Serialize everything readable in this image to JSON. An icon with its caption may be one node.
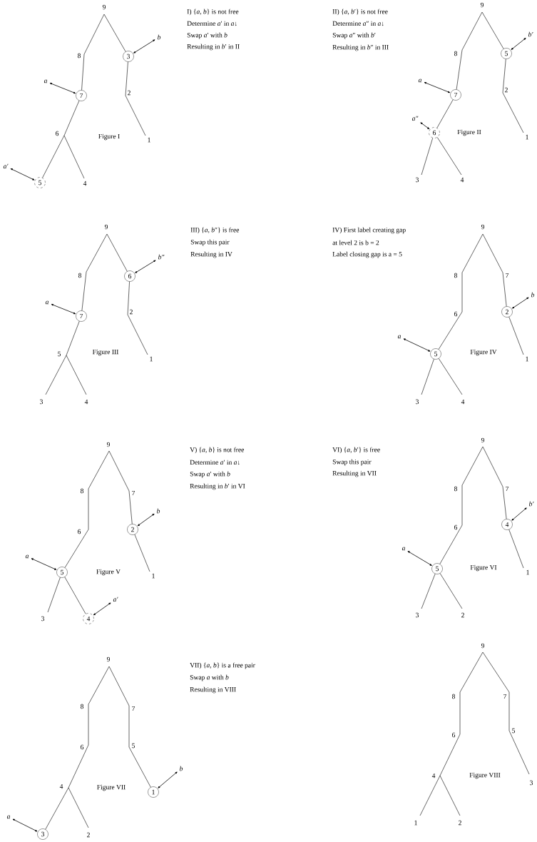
{
  "diagram": {
    "nodes": [
      {
        "text": [
          "9"
        ]
      },
      {
        "text": [
          "8"
        ]
      },
      {
        "text": [
          "3"
        ]
      },
      {
        "text": [
          "b"
        ]
      },
      {
        "text": [
          "a"
        ]
      },
      {
        "text": [
          "7"
        ]
      },
      {
        "text": [
          "2"
        ]
      },
      {
        "text": [
          "6"
        ]
      },
      {
        "text": [
          "1"
        ]
      },
      {
        "text": [
          "a′"
        ]
      },
      {
        "text": [
          "5"
        ]
      },
      {
        "text": [
          "4"
        ]
      },
      {
        "text": [
          "9"
        ]
      },
      {
        "text": [
          "b′"
        ]
      },
      {
        "text": [
          "8"
        ]
      },
      {
        "text": [
          "5"
        ]
      },
      {
        "text": [
          "a"
        ]
      },
      {
        "text": [
          "7"
        ]
      },
      {
        "text": [
          "2"
        ]
      },
      {
        "text": [
          "a″"
        ]
      },
      {
        "text": [
          "6"
        ]
      },
      {
        "text": [
          "1"
        ]
      },
      {
        "text": [
          "3"
        ]
      },
      {
        "text": [
          "4"
        ]
      },
      {
        "text": [
          "9"
        ]
      },
      {
        "text": [
          "b″"
        ]
      },
      {
        "text": [
          "8"
        ]
      },
      {
        "text": [
          "6"
        ]
      },
      {
        "text": [
          "a"
        ]
      },
      {
        "text": [
          "7"
        ]
      },
      {
        "text": [
          "2"
        ]
      },
      {
        "text": [
          "5"
        ]
      },
      {
        "text": [
          "1"
        ]
      },
      {
        "text": [
          "3"
        ]
      },
      {
        "text": [
          "4"
        ]
      },
      {
        "text": [
          "9"
        ]
      },
      {
        "text": [
          "8"
        ]
      },
      {
        "text": [
          "7"
        ]
      },
      {
        "text": [
          "b"
        ]
      },
      {
        "text": [
          "6"
        ]
      },
      {
        "text": [
          "2"
        ]
      },
      {
        "text": [
          "a"
        ]
      },
      {
        "text": [
          "5"
        ]
      },
      {
        "text": [
          "1"
        ]
      },
      {
        "text": [
          "3"
        ]
      },
      {
        "text": [
          "4"
        ]
      },
      {
        "text": [
          "9"
        ]
      },
      {
        "text": [
          "8"
        ]
      },
      {
        "text": [
          "7"
        ]
      },
      {
        "text": [
          "b"
        ]
      },
      {
        "text": [
          "6"
        ]
      },
      {
        "text": [
          "2"
        ]
      },
      {
        "text": [
          "a"
        ]
      },
      {
        "text": [
          "5"
        ]
      },
      {
        "text": [
          "1"
        ]
      },
      {
        "text": [
          "a′"
        ]
      },
      {
        "text": [
          "3"
        ]
      },
      {
        "text": [
          "4"
        ]
      },
      {
        "text": [
          "9"
        ]
      },
      {
        "text": [
          "8"
        ]
      },
      {
        "text": [
          "7"
        ]
      },
      {
        "text": [
          "b′"
        ]
      },
      {
        "text": [
          "6"
        ]
      },
      {
        "text": [
          "4"
        ]
      },
      {
        "text": [
          "a"
        ]
      },
      {
        "text": [
          "5"
        ]
      },
      {
        "text": [
          "1"
        ]
      },
      {
        "text": [
          "3"
        ]
      },
      {
        "text": [
          "2"
        ]
      },
      {
        "text": [
          "9"
        ]
      },
      {
        "text": [
          "8"
        ]
      },
      {
        "text": [
          "7"
        ]
      },
      {
        "text": [
          "6"
        ]
      },
      {
        "text": [
          "5"
        ]
      },
      {
        "text": [
          "b"
        ]
      },
      {
        "text": [
          "4"
        ]
      },
      {
        "text": [
          "1"
        ]
      },
      {
        "text": [
          "a"
        ]
      },
      {
        "text": [
          "3"
        ]
      },
      {
        "text": [
          "2"
        ]
      },
      {
        "text": [
          "9"
        ]
      },
      {
        "text": [
          "8"
        ]
      },
      {
        "text": [
          "7"
        ]
      },
      {
        "text": [
          "5"
        ]
      },
      {
        "text": [
          "6"
        ]
      },
      {
        "text": [
          "4"
        ]
      },
      {
        "text": [
          "3"
        ]
      },
      {
        "text": [
          "1"
        ]
      },
      {
        "text": [
          "2"
        ]
      }
    ],
    "edges": [
      {
        "from": 0,
        "to": 1,
        "arrow": "none"
      },
      {
        "from": 1,
        "to": 5,
        "arrow": "none"
      },
      {
        "from": 5,
        "to": 7,
        "arrow": "none"
      },
      {
        "from": 7,
        "to": 10,
        "arrow": "none"
      },
      {
        "from": 7,
        "to": 11,
        "arrow": "none"
      },
      {
        "from": 0,
        "to": 2,
        "arrow": "none"
      },
      {
        "from": 2,
        "to": 6,
        "arrow": "none"
      },
      {
        "from": 6,
        "to": 8,
        "arrow": "none"
      },
      {
        "from": 4,
        "to": 5,
        "arrow": "both"
      },
      {
        "from": 9,
        "to": 10,
        "arrow": "both"
      },
      {
        "from": 3,
        "to": 2,
        "arrow": "both"
      },
      {
        "from": 12,
        "to": 14,
        "arrow": "none"
      },
      {
        "from": 14,
        "to": 17,
        "arrow": "none"
      },
      {
        "from": 17,
        "to": 20,
        "arrow": "none"
      },
      {
        "from": 20,
        "to": 22,
        "arrow": "none"
      },
      {
        "from": 20,
        "to": 23,
        "arrow": "none"
      },
      {
        "from": 12,
        "to": 15,
        "arrow": "none"
      },
      {
        "from": 15,
        "to": 18,
        "arrow": "none"
      },
      {
        "from": 18,
        "to": 21,
        "arrow": "none"
      },
      {
        "from": 16,
        "to": 17,
        "arrow": "both"
      },
      {
        "from": 19,
        "to": 20,
        "arrow": "both"
      },
      {
        "from": 13,
        "to": 15,
        "arrow": "both"
      },
      {
        "from": 24,
        "to": 26,
        "arrow": "none"
      },
      {
        "from": 26,
        "to": 29,
        "arrow": "none"
      },
      {
        "from": 29,
        "to": 31,
        "arrow": "none"
      },
      {
        "from": 31,
        "to": 33,
        "arrow": "none"
      },
      {
        "from": 31,
        "to": 34,
        "arrow": "none"
      },
      {
        "from": 24,
        "to": 27,
        "arrow": "none"
      },
      {
        "from": 27,
        "to": 30,
        "arrow": "none"
      },
      {
        "from": 30,
        "to": 32,
        "arrow": "none"
      },
      {
        "from": 28,
        "to": 29,
        "arrow": "both"
      },
      {
        "from": 25,
        "to": 27,
        "arrow": "both"
      },
      {
        "from": 35,
        "to": 36,
        "arrow": "none"
      },
      {
        "from": 36,
        "to": 39,
        "arrow": "none"
      },
      {
        "from": 39,
        "to": 42,
        "arrow": "none"
      },
      {
        "from": 42,
        "to": 44,
        "arrow": "none"
      },
      {
        "from": 42,
        "to": 45,
        "arrow": "none"
      },
      {
        "from": 35,
        "to": 37,
        "arrow": "none"
      },
      {
        "from": 37,
        "to": 40,
        "arrow": "none"
      },
      {
        "from": 40,
        "to": 43,
        "arrow": "none"
      },
      {
        "from": 41,
        "to": 42,
        "arrow": "both"
      },
      {
        "from": 38,
        "to": 40,
        "arrow": "both"
      },
      {
        "from": 46,
        "to": 47,
        "arrow": "none"
      },
      {
        "from": 47,
        "to": 50,
        "arrow": "none"
      },
      {
        "from": 50,
        "to": 53,
        "arrow": "none"
      },
      {
        "from": 53,
        "to": 56,
        "arrow": "none"
      },
      {
        "from": 53,
        "to": 57,
        "arrow": "none"
      },
      {
        "from": 46,
        "to": 48,
        "arrow": "none"
      },
      {
        "from": 48,
        "to": 51,
        "arrow": "none"
      },
      {
        "from": 51,
        "to": 54,
        "arrow": "none"
      },
      {
        "from": 52,
        "to": 53,
        "arrow": "both"
      },
      {
        "from": 55,
        "to": 57,
        "arrow": "both"
      },
      {
        "from": 49,
        "to": 51,
        "arrow": "both"
      },
      {
        "from": 58,
        "to": 59,
        "arrow": "none"
      },
      {
        "from": 59,
        "to": 62,
        "arrow": "none"
      },
      {
        "from": 62,
        "to": 65,
        "arrow": "none"
      },
      {
        "from": 65,
        "to": 67,
        "arrow": "none"
      },
      {
        "from": 65,
        "to": 68,
        "arrow": "none"
      },
      {
        "from": 58,
        "to": 60,
        "arrow": "none"
      },
      {
        "from": 60,
        "to": 63,
        "arrow": "none"
      },
      {
        "from": 63,
        "to": 66,
        "arrow": "none"
      },
      {
        "from": 64,
        "to": 65,
        "arrow": "both"
      },
      {
        "from": 61,
        "to": 63,
        "arrow": "both"
      },
      {
        "from": 69,
        "to": 70,
        "arrow": "none"
      },
      {
        "from": 70,
        "to": 72,
        "arrow": "none"
      },
      {
        "from": 72,
        "to": 75,
        "arrow": "none"
      },
      {
        "from": 75,
        "to": 78,
        "arrow": "none"
      },
      {
        "from": 75,
        "to": 79,
        "arrow": "none"
      },
      {
        "from": 69,
        "to": 71,
        "arrow": "none"
      },
      {
        "from": 71,
        "to": 73,
        "arrow": "none"
      },
      {
        "from": 73,
        "to": 76,
        "arrow": "none"
      },
      {
        "from": 77,
        "to": 78,
        "arrow": "both"
      },
      {
        "from": 74,
        "to": 76,
        "arrow": "both"
      },
      {
        "from": 80,
        "to": 81,
        "arrow": "none"
      },
      {
        "from": 81,
        "to": 84,
        "arrow": "none"
      },
      {
        "from": 84,
        "to": 85,
        "arrow": "none"
      },
      {
        "from": 85,
        "to": 87,
        "arrow": "none"
      },
      {
        "from": 85,
        "to": 88,
        "arrow": "none"
      },
      {
        "from": 80,
        "to": 82,
        "arrow": "none"
      },
      {
        "from": 82,
        "to": 83,
        "arrow": "none"
      },
      {
        "from": 83,
        "to": 86,
        "arrow": "none"
      }
    ],
    "labels": [
      "I) {*a*, *b*} is not free",
      "Determine *a*′ in *a*↓",
      "Swap *a*′ with *b*",
      "Resulting in *b*′ in II",
      "II) {*a*, *b*′} is not free",
      "Determine *a*″ in *a*↓",
      "Swap *a*″ with *b*′",
      "Resulting in *b*″ in III",
      "Figure I",
      "Figure II",
      "III) {*a*, *b*″} is free",
      "Swap this pair",
      "Resulting in IV",
      "IV) First label creating gap",
      "at level 2 is b = 2",
      "Label closing gap is a = 5",
      "Figure III",
      "Figure IV",
      "V) {*a*, *b*} is not free",
      "Determine *a*′ in *a*↓",
      "Swap *a*′ with *b*",
      "Resulting in *b*′ in VI",
      "VI) {*a*, *b*′} is free",
      "Swap this pair",
      "Resulting in VII",
      "Figure V",
      "Figure VI",
      "VII) {*a*, *b*} is a free pair",
      "Swap *a* with *b*",
      "Resulting in VIII",
      "Figure VII",
      "Figure VIII"
    ]
  }
}
